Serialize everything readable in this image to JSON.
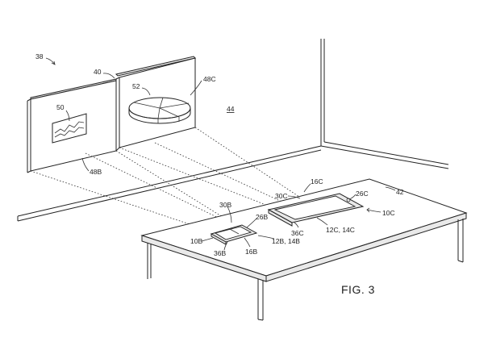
{
  "figure": {
    "caption": "FIG. 3",
    "refs": {
      "r38": "38",
      "r40": "40",
      "r50": "50",
      "r52": "52",
      "r48C": "48C",
      "r44": "44",
      "r48B": "48B",
      "r16C": "16C",
      "r30C": "30C",
      "r26C": "26C",
      "r42": "42",
      "r10C": "10C",
      "r30B": "30B",
      "r26B": "26B",
      "r10B": "10B",
      "r36B": "36B",
      "r16B": "16B",
      "r12B14B": "12B, 14B",
      "r36C": "36C",
      "r12C14C": "12C, 14C"
    }
  }
}
